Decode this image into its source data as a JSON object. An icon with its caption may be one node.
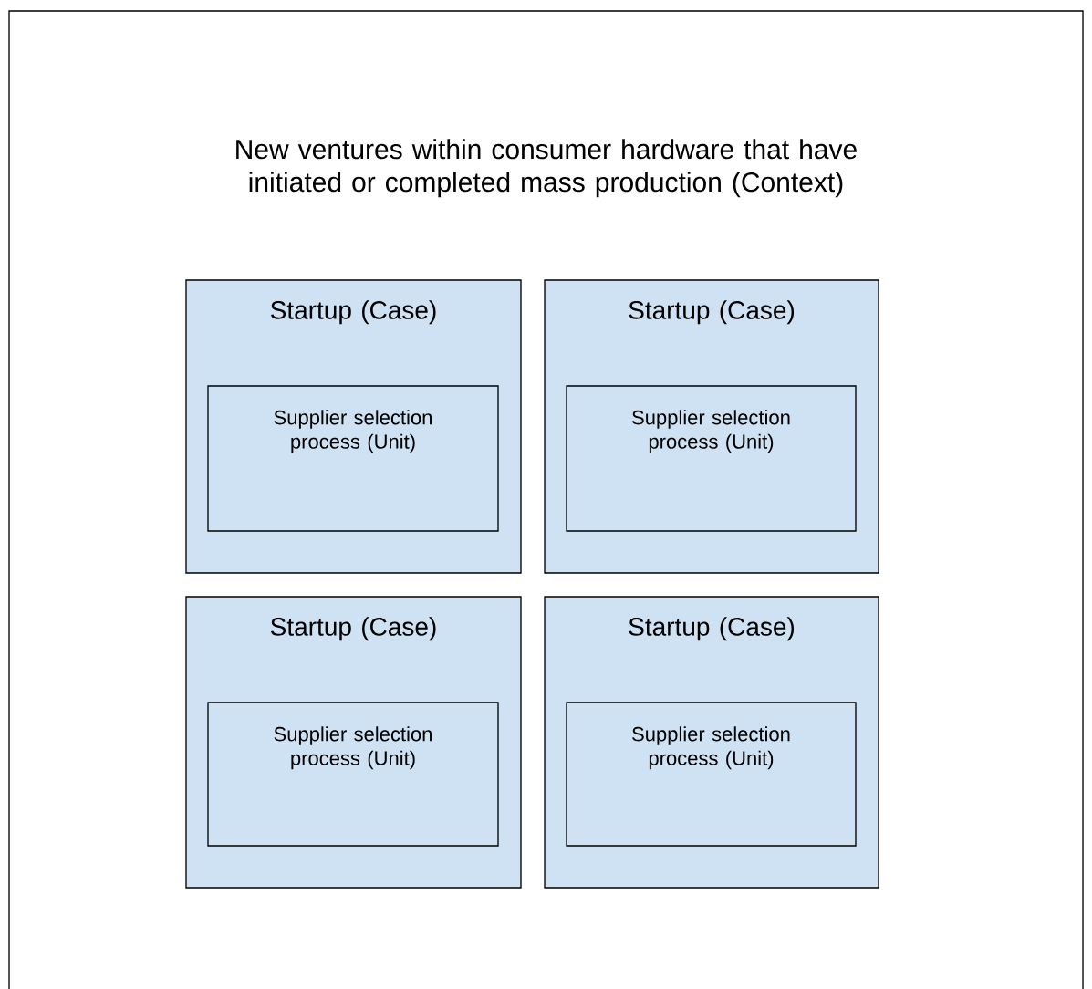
{
  "diagram": {
    "nodes": [
      {
        "text": [
          "New ventures within consumer hardware that have initiated or completed mass production (Context)"
        ]
      },
      {
        "text": [
          "Startup (Case)"
        ],
        "in": 0
      },
      {
        "text": [
          "Supplier selection process (Unit)"
        ],
        "in": 1
      },
      {
        "text": [
          "Startup (Case)"
        ],
        "in": 0
      },
      {
        "text": [
          "Supplier selection process (Unit)"
        ],
        "in": 3
      },
      {
        "text": [
          "Startup (Case)"
        ],
        "in": 0
      },
      {
        "text": [
          "Supplier selection process (Unit)"
        ],
        "in": 5
      },
      {
        "text": [
          "Startup (Case)"
        ],
        "in": 0
      },
      {
        "text": [
          "Supplier selection process (Unit)"
        ],
        "in": 7
      }
    ]
  }
}
